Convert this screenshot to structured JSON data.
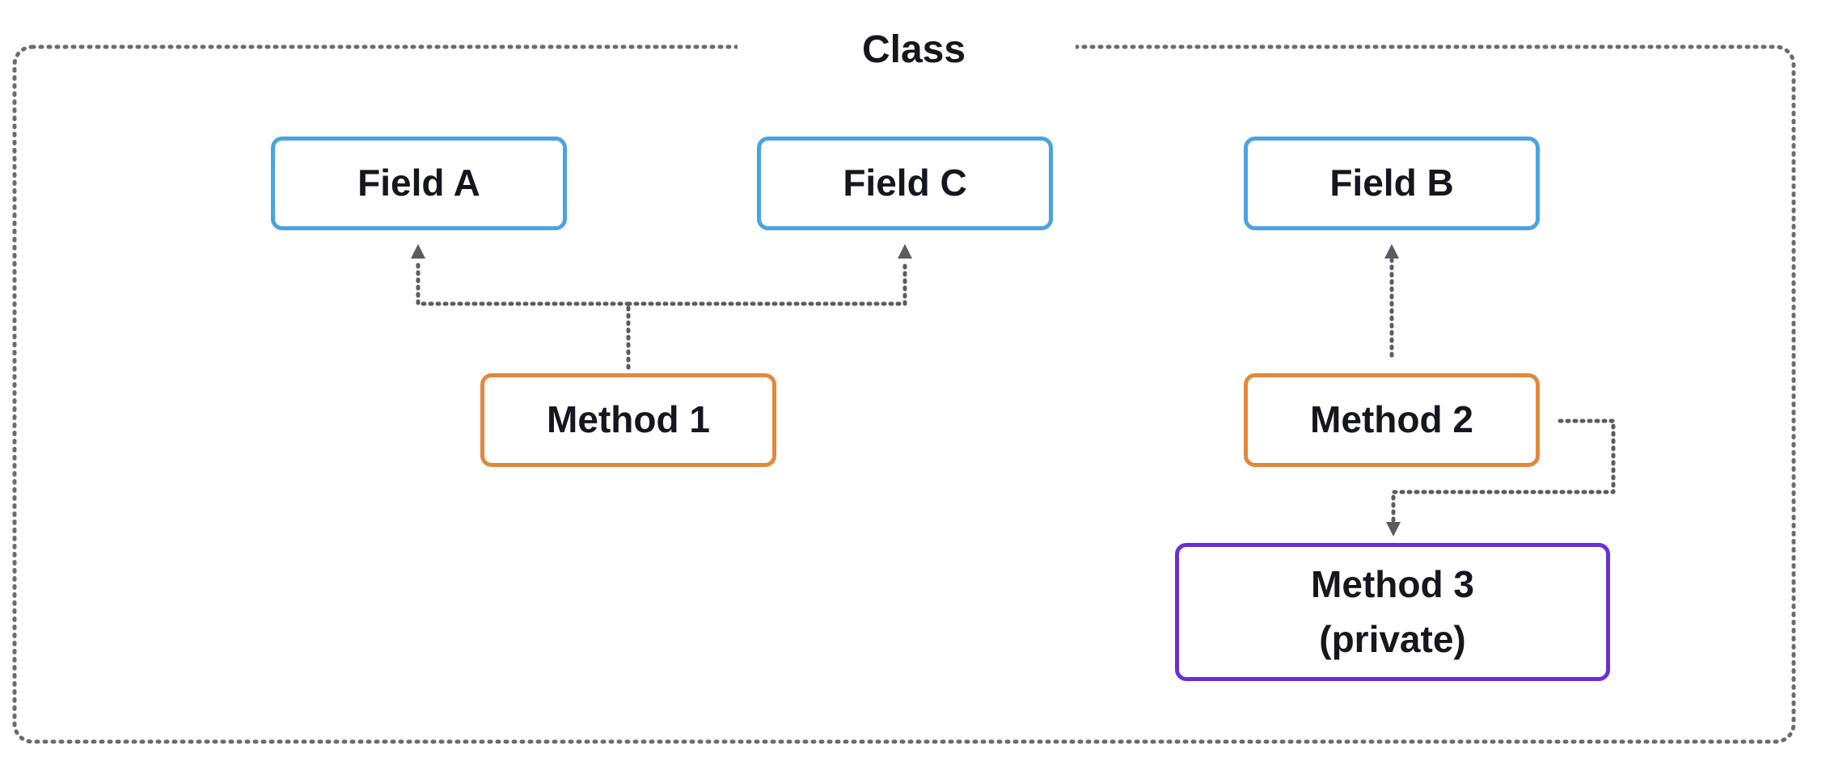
{
  "class": {
    "title": "Class"
  },
  "fields": {
    "a": "Field A",
    "c": "Field C",
    "b": "Field B"
  },
  "methods": {
    "m1": "Method 1",
    "m2": "Method 2",
    "m3_line1": "Method 3",
    "m3_line2": "(private)"
  },
  "colors": {
    "field_border": "#4aa3e2",
    "method_border": "#e3883a",
    "private_method_border": "#6a2fd3",
    "connector": "#5b5b63",
    "frame": "#6b6b70",
    "text": "#16161f"
  },
  "relations": [
    {
      "from": "Method 1",
      "to": "Field A"
    },
    {
      "from": "Method 1",
      "to": "Field C"
    },
    {
      "from": "Method 2",
      "to": "Field B"
    },
    {
      "from": "Method 2",
      "to": "Method 3 (private)"
    }
  ]
}
